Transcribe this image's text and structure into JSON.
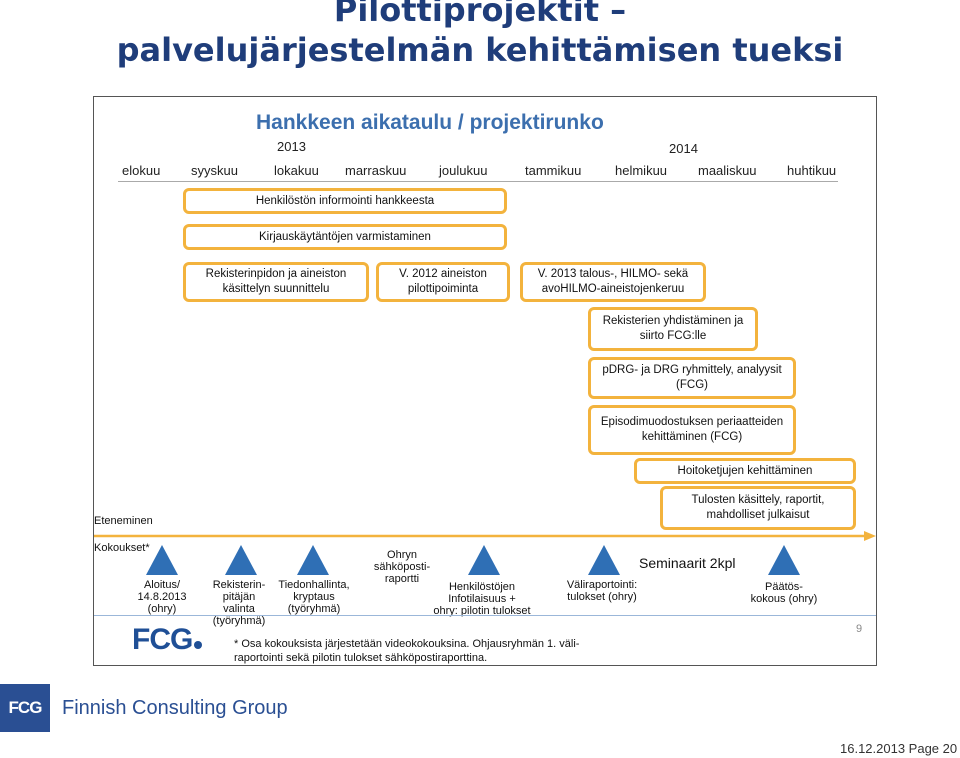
{
  "title": {
    "line1": "Pilottiprojektit –",
    "line2": "palvelujärjestelmän kehittämisen tueksi"
  },
  "slide": {
    "heading": "Hankkeen aikataulu / projektirunko",
    "years": [
      "2013",
      "2014"
    ],
    "months": [
      "elokuu",
      "syyskuu",
      "lokakuu",
      "marraskuu",
      "joulukuu",
      "tammikuu",
      "helmikuu",
      "maaliskuu",
      "huhtikuu"
    ],
    "tasks": [
      {
        "label": "Henkilöstön informointi hankkeesta"
      },
      {
        "label": "Kirjauskäytäntöjen varmistaminen"
      },
      {
        "label": "Rekisterinpidon ja aineiston käsittelyn suunnittelu"
      },
      {
        "label": "V. 2012 aineiston pilottipoiminta"
      },
      {
        "label": "V. 2013 talous-, HILMO- sekä avoHILMO-aineistojenkeruu"
      },
      {
        "label": "Rekisterien yhdistäminen ja siirto FCG:lle"
      },
      {
        "label": "pDRG- ja DRG ryhmittely, analyysit (FCG)"
      },
      {
        "label": "Episodimuodostuksen periaatteiden kehittäminen (FCG)"
      },
      {
        "label": "Hoitoketjujen kehittäminen"
      },
      {
        "label": "Tulosten käsittely, raportit, mahdolliset julkaisut"
      }
    ],
    "labels": {
      "eteneminen": "Eteneminen",
      "kokoukset": "Kokoukset*"
    },
    "milestones": [
      {
        "label": "Aloitus/\n14.8.2013\n(ohry)"
      },
      {
        "label": "Rekisterin-\npitäjän\nvalinta\n(työryhmä)"
      },
      {
        "label": "Tiedonhallinta,\nkryptaus\n(työryhmä)"
      },
      {
        "label": "Ohryn\nsähköposti-\nraportti"
      },
      {
        "label": "Henkilöstöjen\nInfotilaisuus +\nohry: pilotin tulokset"
      },
      {
        "label": "Väliraportointi:\ntulokset (ohry)"
      },
      {
        "label": "Päätös-\nkokous (ohry)"
      }
    ],
    "seminars": "Seminaarit 2kpl",
    "footnote": "* Osa kokouksista järjestetään videokokouksina. Ohjausryhmän 1. väli-\nraportointi sekä pilotin tulokset sähköpostiraporttina.",
    "logo_text": "FCG",
    "page_number": "9"
  },
  "footer": {
    "logo_text": "FCG",
    "company_name": "Finnish Consulting Group",
    "date_page": "16.12.2013  Page 20"
  },
  "colors": {
    "title": "#1f3d7a",
    "heading": "#3c6fae",
    "box_border": "#f3b33d",
    "milestone": "#2f6fb5",
    "brand": "#2a4f93"
  }
}
